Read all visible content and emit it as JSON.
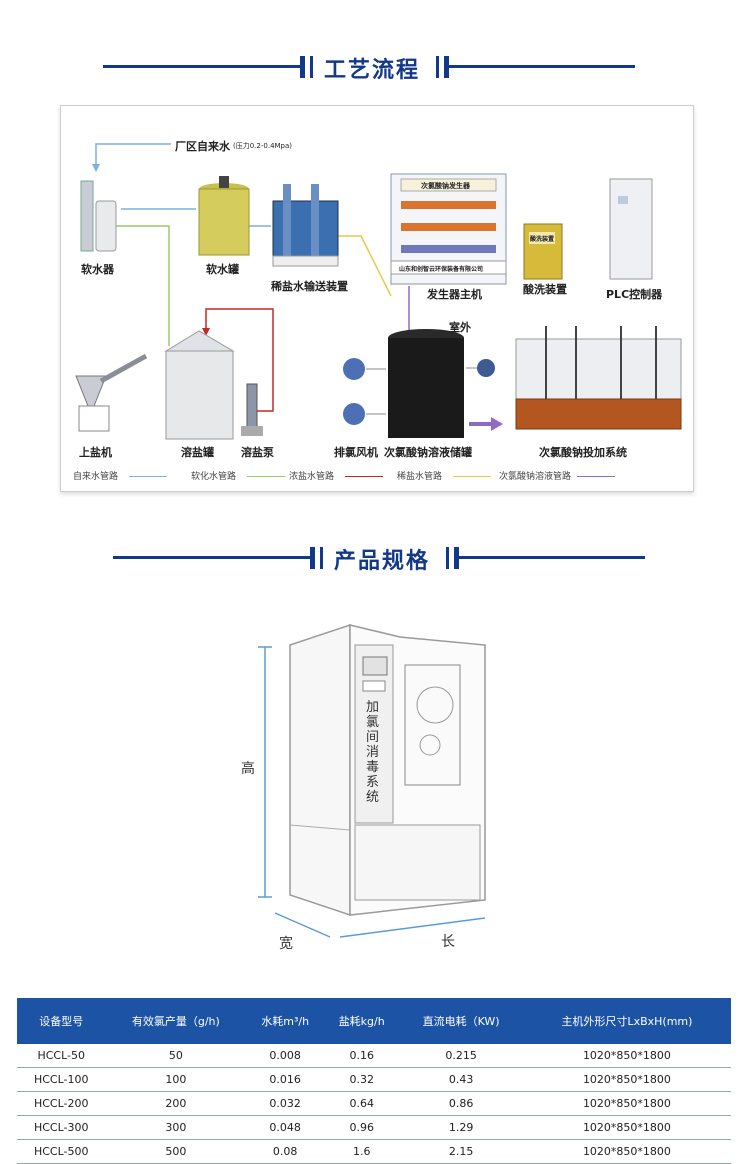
{
  "process": {
    "title": "工艺流程",
    "source_label": "厂区自来水",
    "source_pressure": "(压力0.2-0.4Mpa)",
    "components": {
      "softener": "软水器",
      "soft_tank": "软水罐",
      "brine_delivery": "稀盐水输送装置",
      "generator": "发生器主机",
      "generator_plate": "次氯酸钠发生器",
      "generator_company": "山东和创智云环保装备有限公司",
      "acid_cleaning": "酸洗装置",
      "acid_tank_plate": "酸洗装置",
      "plc": "PLC控制器",
      "outdoor": "室外",
      "salt_loader": "上盐机",
      "salt_tank": "溶盐罐",
      "salt_pump": "溶盐泵",
      "exhaust_fan": "排氯风机",
      "storage_tank": "次氯酸钠溶液储罐",
      "dosing_system": "次氯酸钠投加系统"
    },
    "legend": [
      {
        "label": "自来水管路",
        "color": "#7fb0da"
      },
      {
        "label": "软化水管路",
        "color": "#9ccc65"
      },
      {
        "label": "浓盐水管路",
        "color": "#c62828"
      },
      {
        "label": "稀盐水管路",
        "color": "#e6c84d"
      },
      {
        "label": "次氯酸钠溶液管路",
        "color": "#8e6cc4"
      }
    ]
  },
  "product": {
    "title": "产品规格",
    "cabinet_text": "加氯间消毒系统",
    "dim_height": "高",
    "dim_width": "宽",
    "dim_length": "长"
  },
  "spec_table": {
    "headers": [
      "设备型号",
      "有效氯产量（g/h)",
      "水耗m³/h",
      "盐耗kg/h",
      "直流电耗（KW)",
      "主机外形尺寸LxBxH(mm)"
    ],
    "rows": [
      [
        "HCCL-50",
        "50",
        "0.008",
        "0.16",
        "0.215",
        "1020*850*1800"
      ],
      [
        "HCCL-100",
        "100",
        "0.016",
        "0.32",
        "0.43",
        "1020*850*1800"
      ],
      [
        "HCCL-200",
        "200",
        "0.032",
        "0.64",
        "0.86",
        "1020*850*1800"
      ],
      [
        "HCCL-300",
        "300",
        "0.048",
        "0.96",
        "1.29",
        "1020*850*1800"
      ],
      [
        "HCCL-500",
        "500",
        "0.08",
        "1.6",
        "2.15",
        "1020*850*1800"
      ]
    ]
  }
}
